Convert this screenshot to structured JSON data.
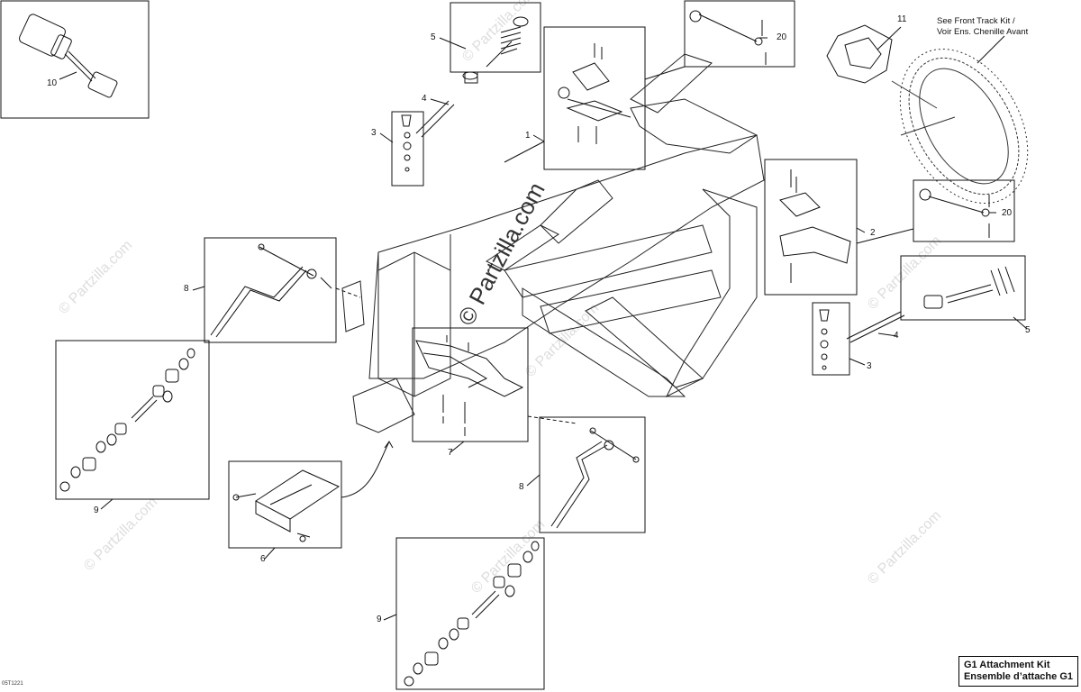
{
  "callouts": {
    "c1": "1",
    "c2": "2",
    "c3a": "3",
    "c3b": "3",
    "c4a": "4",
    "c4b": "4",
    "c5a": "5",
    "c5b": "5",
    "c6": "6",
    "c7": "7",
    "c8a": "8",
    "c8b": "8",
    "c9a": "9",
    "c9b": "9",
    "c10": "10",
    "c11": "11",
    "c20a": "20",
    "c20b": "20"
  },
  "note": {
    "line1": "See Front Track Kit  /",
    "line2": "Voir Ens. Chenille Avant"
  },
  "title": {
    "line1": "G1 Attachment Kit",
    "line2": "Ensemble d’attache G1"
  },
  "drawing_code": "05T1221",
  "watermark": {
    "center": "© Partzilla.com",
    "small": "© Partzilla.com"
  }
}
